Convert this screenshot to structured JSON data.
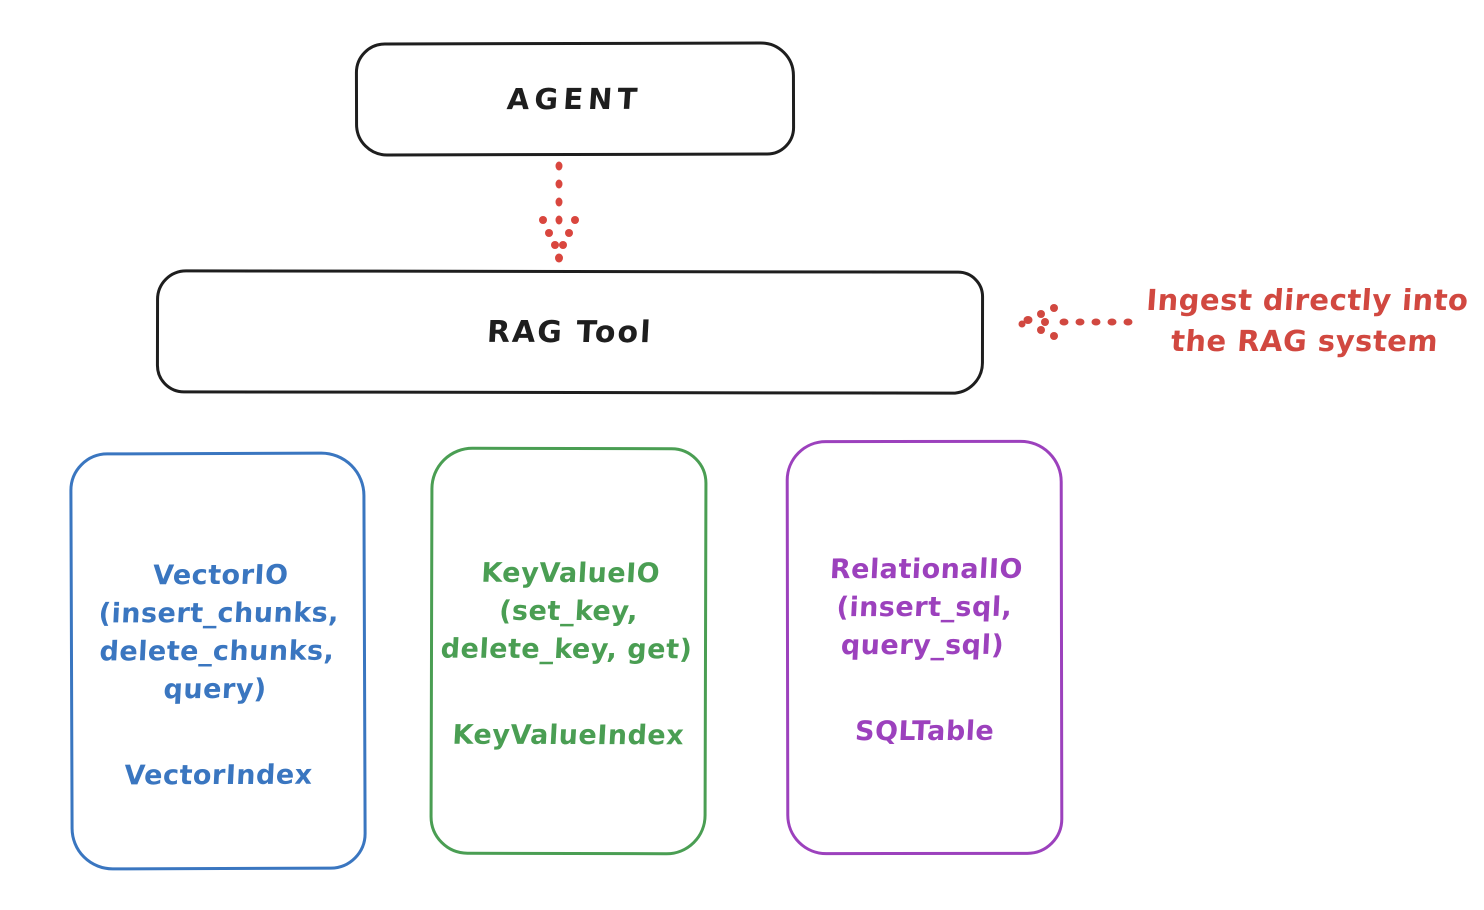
{
  "diagram": {
    "agent_box": {
      "label": "AGENT",
      "color": "#1e1e1e"
    },
    "rag_tool_box": {
      "label": "RAG Tool",
      "color": "#1e1e1e"
    },
    "flow_arrow": {
      "style": "dotted",
      "direction": "down",
      "color": "#d9463e"
    },
    "annotation": {
      "line1": "Ingest directly into",
      "line2": "the RAG system",
      "color": "#d14840",
      "arrow_style": "dotted",
      "arrow_direction": "left"
    },
    "io_boxes": [
      {
        "id": "vector-io",
        "color": "#3a76c0",
        "lines": [
          "VectorIO",
          "(insert_chunks,",
          "delete_chunks,",
          "query)"
        ],
        "index_label": "VectorIndex"
      },
      {
        "id": "keyvalue-io",
        "color": "#4a9e53",
        "lines": [
          "KeyValueIO",
          "(set_key,",
          "delete_key, get)"
        ],
        "index_label": "KeyValueIndex"
      },
      {
        "id": "relational-io",
        "color": "#9c41bd",
        "lines": [
          "RelationalIO",
          "(insert_sql,",
          "query_sql)"
        ],
        "index_label": "SQLTable"
      }
    ]
  }
}
